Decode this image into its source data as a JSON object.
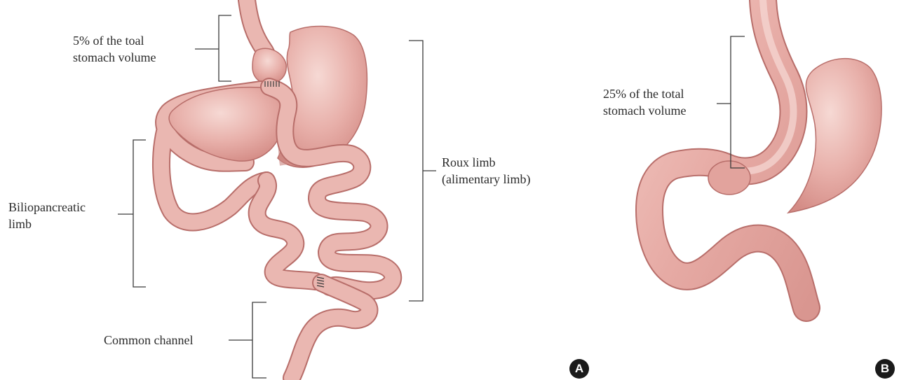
{
  "panel_a": {
    "labels": {
      "pouch": [
        "5% of the toal",
        "stomach volume"
      ],
      "roux": [
        "Roux limb",
        "(alimentary limb)"
      ],
      "biliopancreatic": [
        "Biliopancreatic",
        "limb"
      ],
      "common": [
        "Common channel"
      ]
    },
    "badge": "A"
  },
  "panel_b": {
    "labels": {
      "sleeve": [
        "25% of the total",
        "stomach volume"
      ]
    },
    "badge": "B"
  },
  "colors": {
    "tissue_fill": "#e6aaa4",
    "tissue_highlight": "#f4d2cc",
    "tissue_outline": "#b86e6a",
    "shadow": "#c98580",
    "bracket": "#3a3a3a"
  }
}
